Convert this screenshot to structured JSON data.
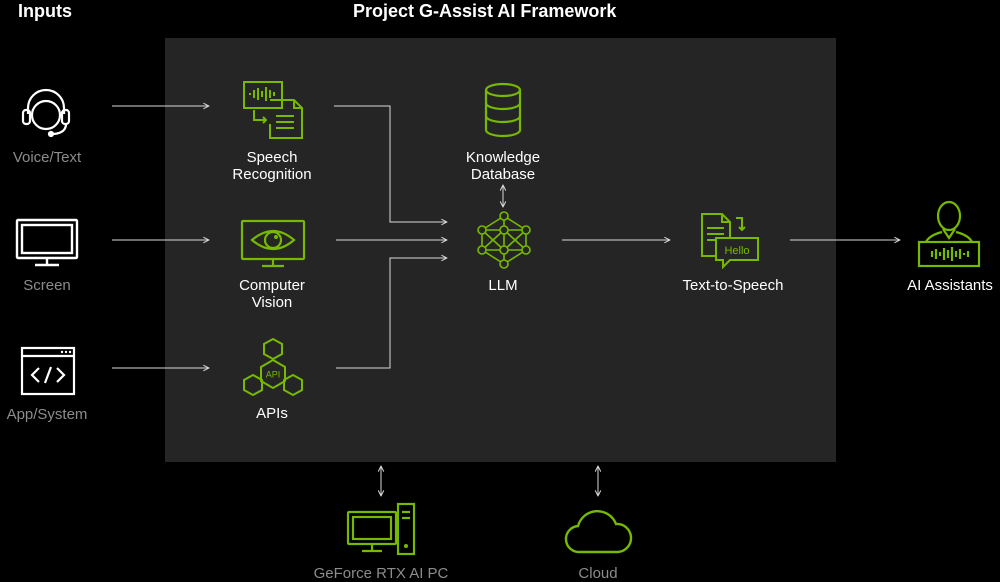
{
  "titles": {
    "inputs": "Inputs",
    "framework": "Project G-Assist AI Framework"
  },
  "inputs": {
    "voice": "Voice/Text",
    "screen": "Screen",
    "app": "App/System"
  },
  "modules": {
    "speech_line1": "Speech",
    "speech_line2": "Recognition",
    "vision_line1": "Computer",
    "vision_line2": "Vision",
    "apis": "APIs",
    "api_badge": "API",
    "knowledge_line1": "Knowledge",
    "knowledge_line2": "Database",
    "llm": "LLM",
    "tts": "Text-to-Speech",
    "hello_badge": "Hello"
  },
  "outputs": {
    "ai_assistants": "AI Assistants"
  },
  "platforms": {
    "pc": "GeForce RTX AI PC",
    "cloud": "Cloud"
  },
  "colors": {
    "background": "#000000",
    "panel": "#252525",
    "accent_green": "#76b900",
    "input_icon": "#ffffff",
    "platform_label": "#8c8c8c",
    "arrow": "#d9d9d9"
  },
  "icons": {
    "voice": "headset-icon",
    "screen": "monitor-icon",
    "app": "code-window-icon",
    "speech": "speech-waveform-document-icon",
    "vision": "eye-monitor-icon",
    "apis": "api-hexagons-icon",
    "knowledge": "database-icon",
    "llm": "neural-network-icon",
    "tts": "document-speech-bubble-icon",
    "ai": "assistant-person-icon",
    "pc": "desktop-pc-icon",
    "cloud": "cloud-icon"
  }
}
